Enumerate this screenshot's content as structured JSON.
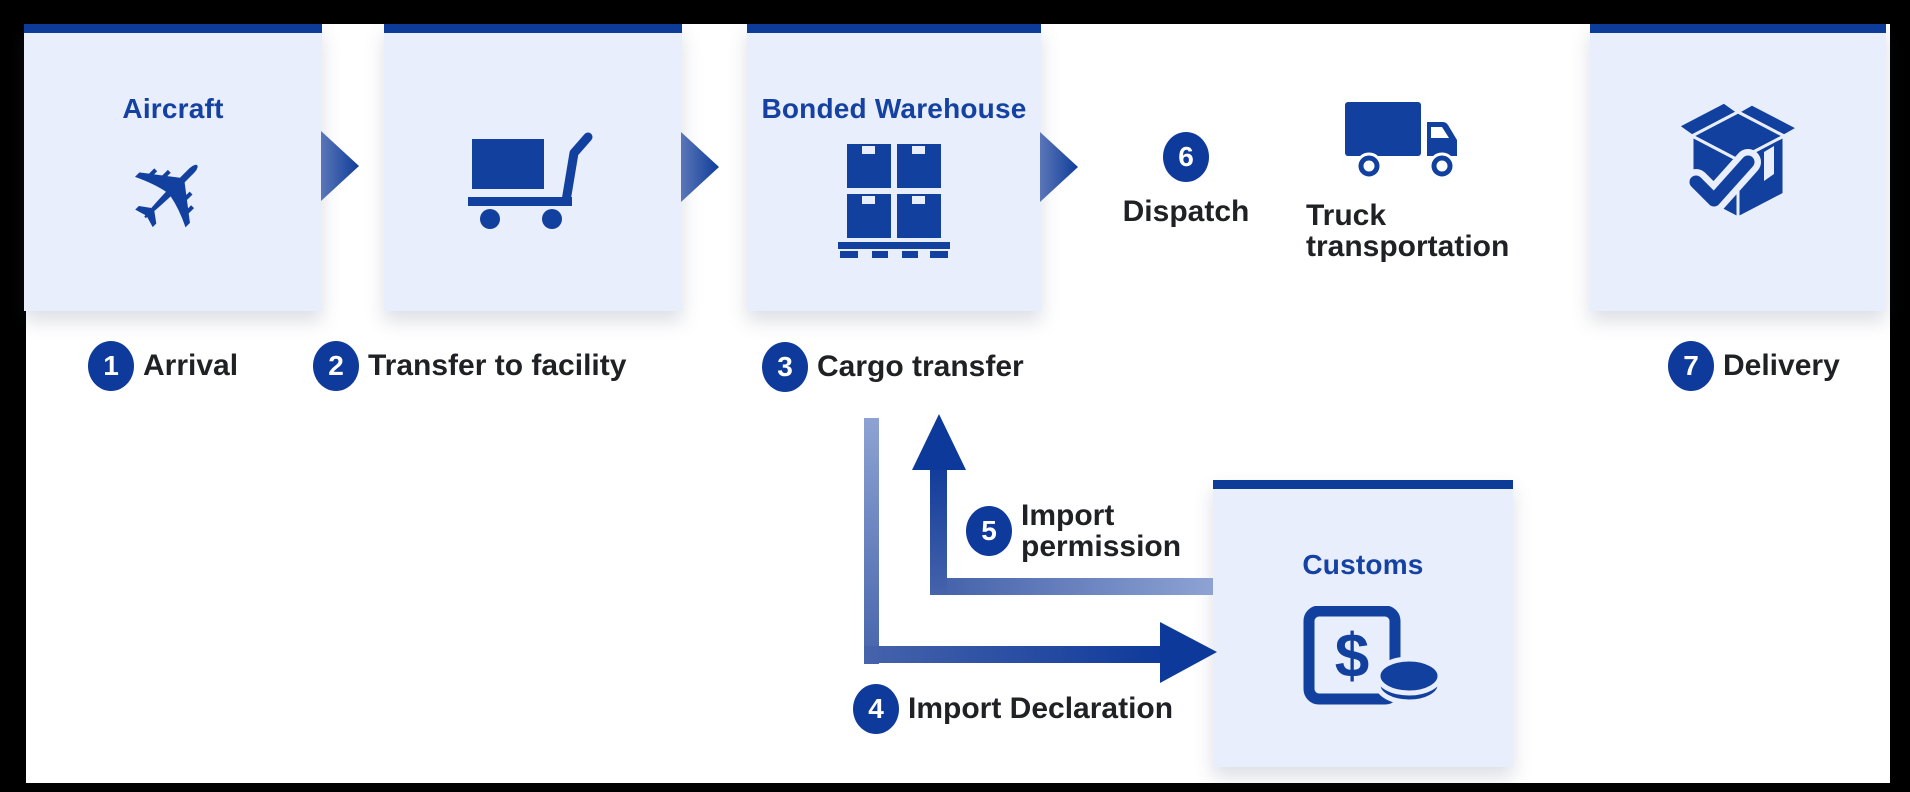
{
  "diagram": {
    "cards": {
      "aircraft": {
        "title": "Aircraft"
      },
      "warehouse": {
        "title": "Bonded Warehouse"
      },
      "customs": {
        "title": "Customs"
      }
    },
    "steps": {
      "s1": {
        "num": "1",
        "label": "Arrival"
      },
      "s2": {
        "num": "2",
        "label": "Transfer to facility"
      },
      "s3": {
        "num": "3",
        "label": "Cargo transfer"
      },
      "s4": {
        "num": "4",
        "label": "Import Declaration"
      },
      "s5": {
        "num": "5",
        "label_line1": "Import",
        "label_line2": "permission"
      },
      "s6": {
        "num": "6",
        "label": "Dispatch"
      },
      "s7": {
        "num": "7",
        "label": "Delivery"
      }
    },
    "truck": {
      "label_line1": "Truck",
      "label_line2": "transportation"
    },
    "colors": {
      "primary_blue": "#0d3c98",
      "icon_blue": "#11409e",
      "card_bg": "#e8eefb",
      "title_blue": "#1441a2",
      "label_dark": "#1f2124",
      "arrow_gradient_light": "#8ea3d3",
      "arrow_gradient_mid": "#4663ab",
      "frame_black": "#000000",
      "canvas_white": "#ffffff"
    }
  }
}
